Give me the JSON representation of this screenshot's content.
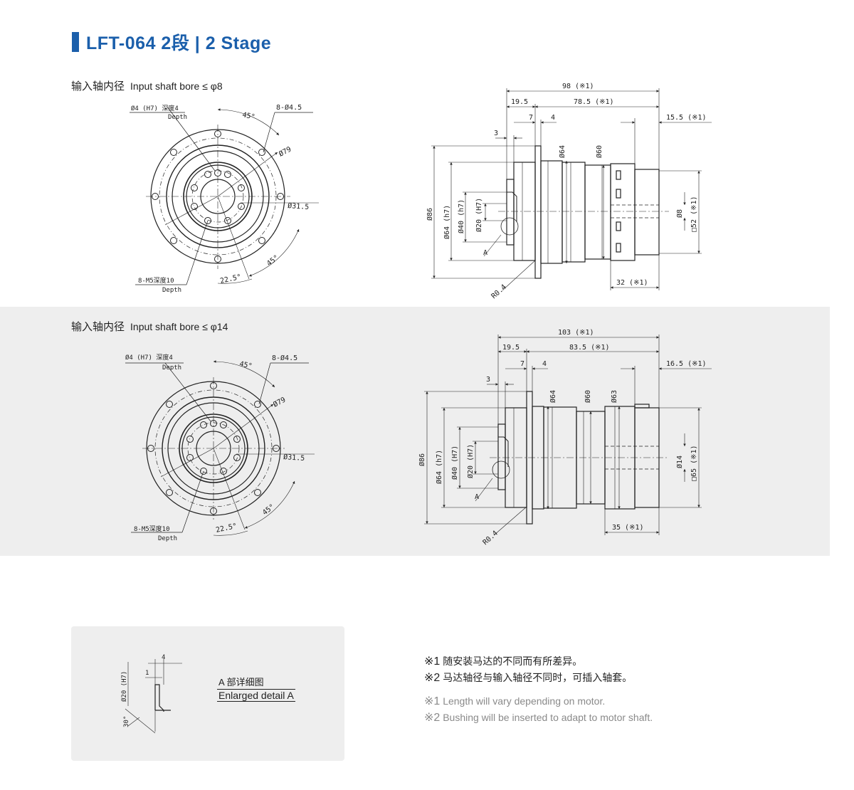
{
  "header": {
    "title": "LFT-064  2段  | 2 Stage",
    "accent": "#1b5fab"
  },
  "section1": {
    "bore_cn": "输入轴内径",
    "bore_en": "Input shaft bore  ≤ φ8",
    "front": {
      "bore_label": "Ø4 (H7) 深度4",
      "bore_depth": "Depth",
      "holes": "8-Ø4.5",
      "angle1": "45°",
      "d79": "Ø79",
      "d315": "Ø31.5",
      "angle2": "45°",
      "angle3": "22.5°",
      "tap": "8-M5深度10",
      "tap_depth": "Depth"
    },
    "side": {
      "overall": "98 (※1)",
      "d195": "19.5",
      "d785": "78.5 (※1)",
      "d7": "7",
      "d4": "4",
      "d155": "15.5 (※1)",
      "d3": "3",
      "d86": "Ø86",
      "d64h7": "Ø64 (h7)",
      "d40h7": "Ø40 (h7)",
      "d20H7": "Ø20 (H7)",
      "d64": "Ø64",
      "d60": "Ø60",
      "d8": "Ø8",
      "sq52": "□52 (※1)",
      "d32": "32 (※1)",
      "A": "A",
      "r04": "R0.4"
    }
  },
  "section2": {
    "bore_cn": "输入轴内径",
    "bore_en": "Input shaft bore  ≤ φ14",
    "front": {
      "bore_label": "Ø4 (H7) 深度4",
      "bore_depth": "Depth",
      "holes": "8-Ø4.5",
      "angle1": "45°",
      "d79": "Ø79",
      "d315": "Ø31.5",
      "angle2": "45°",
      "angle3": "22.5°",
      "tap": "8-M5深度10",
      "tap_depth": "Depth"
    },
    "side": {
      "overall": "103 (※1)",
      "d195": "19.5",
      "d835": "83.5 (※1)",
      "d7": "7",
      "d4": "4",
      "d165": "16.5 (※1)",
      "d3": "3",
      "d86": "Ø86",
      "d64h7": "Ø64 (h7)",
      "d40h7": "Ø40 (H7)",
      "d20H7": "Ø20 (H7)",
      "d64": "Ø64",
      "d60": "Ø60",
      "d63": "Ø63",
      "d14": "Ø14",
      "sq65": "□65 (※1)",
      "d35": "35 (※1)",
      "A": "A",
      "r04": "R0.4"
    }
  },
  "detail": {
    "cn": "A 部详细图",
    "en": "Enlarged detail A",
    "d4": "4",
    "d1": "1",
    "d20": "Ø20 (H7)",
    "angle": "30°"
  },
  "notes": {
    "cn1_mark": "※1",
    "cn1": "随安装马达的不同而有所差异。",
    "cn2_mark": "※2",
    "cn2": "马达轴径与输入轴径不同时，可插入轴套。",
    "en1_mark": "※1",
    "en1": "Length will vary depending on motor.",
    "en2_mark": "※2",
    "en2": "Bushing will be inserted to adapt to motor shaft."
  }
}
